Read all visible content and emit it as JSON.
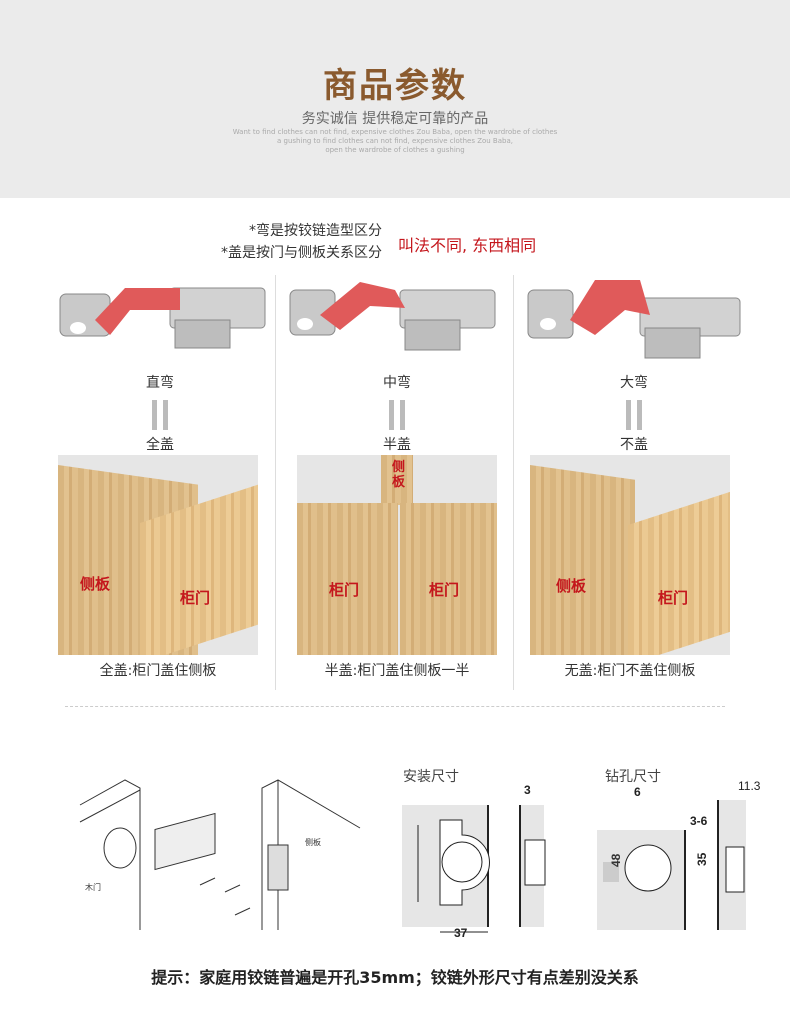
{
  "header": {
    "title": "商品参数",
    "subtitle": "务实诚信 提供稳定可靠的产品",
    "english": [
      "Want to find clothes can not find, expensive clothes Zou Baba, open the wardrobe of clothes",
      "a gushing to find clothes can not find, expensive clothes Zou Baba,",
      "open the wardrobe of clothes a gushing"
    ]
  },
  "notes": {
    "line1": "*弯是按铰链造型区分",
    "line2": "*盖是按门与侧板关系区分",
    "highlight": "叫法不同, 东西相同"
  },
  "types": [
    {
      "bend": "直弯",
      "cover": "全盖",
      "labels": [
        "侧板",
        "柜门"
      ],
      "caption": "全盖:柜门盖住侧板"
    },
    {
      "bend": "中弯",
      "cover": "半盖",
      "labels": [
        "侧板",
        "柜门",
        "柜门"
      ],
      "caption": "半盖:柜门盖住侧板一半"
    },
    {
      "bend": "大弯",
      "cover": "不盖",
      "labels": [
        "侧板",
        "柜门"
      ],
      "caption": "无盖:柜门不盖住侧板"
    }
  ],
  "install": {
    "door_label": "木门",
    "side_label": "侧板"
  },
  "dimensions": {
    "install_title": "安装尺寸",
    "drill_title": "钻孔尺寸",
    "d37": "37",
    "d3": "3",
    "d6": "6",
    "d3_6": "3-6",
    "d48": "48",
    "d35": "35",
    "d11_3": "11.3"
  },
  "tip": "提示：家庭用铰链普遍是开孔35mm；铰链外形尺寸有点差别没关系",
  "colors": {
    "title": "#8a5a2e",
    "highlight": "#c4161c",
    "hinge_arm": "#e05a5a"
  }
}
